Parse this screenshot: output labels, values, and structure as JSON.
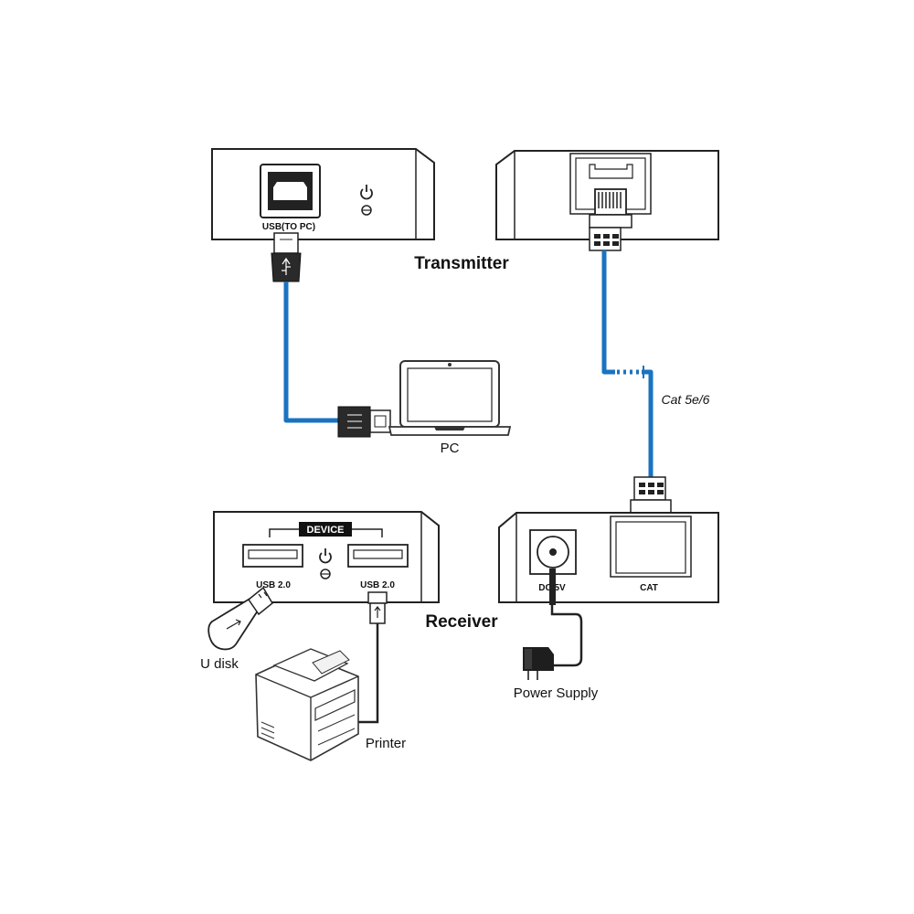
{
  "colors": {
    "cable": "#1a73c0",
    "outline": "#222222",
    "background": "#ffffff"
  },
  "transmitter": {
    "title": "Transmitter",
    "usb_port_label": "USB(TO PC)",
    "power_icon": "power-icon",
    "usb_status_icon": "usb-status-icon"
  },
  "receiver": {
    "title": "Receiver",
    "device_label": "DEVICE",
    "usb_port_left_label": "USB 2.0",
    "usb_port_right_label": "USB 2.0",
    "dc_label": "DC 5V",
    "cat_label": "CAT",
    "power_icon": "power-icon",
    "usb_status_icon": "usb-status-icon"
  },
  "devices": {
    "pc_label": "PC",
    "cable_label": "Cat 5e/6",
    "udisk_label": "U disk",
    "printer_label": "Printer",
    "power_supply_label": "Power Supply"
  }
}
